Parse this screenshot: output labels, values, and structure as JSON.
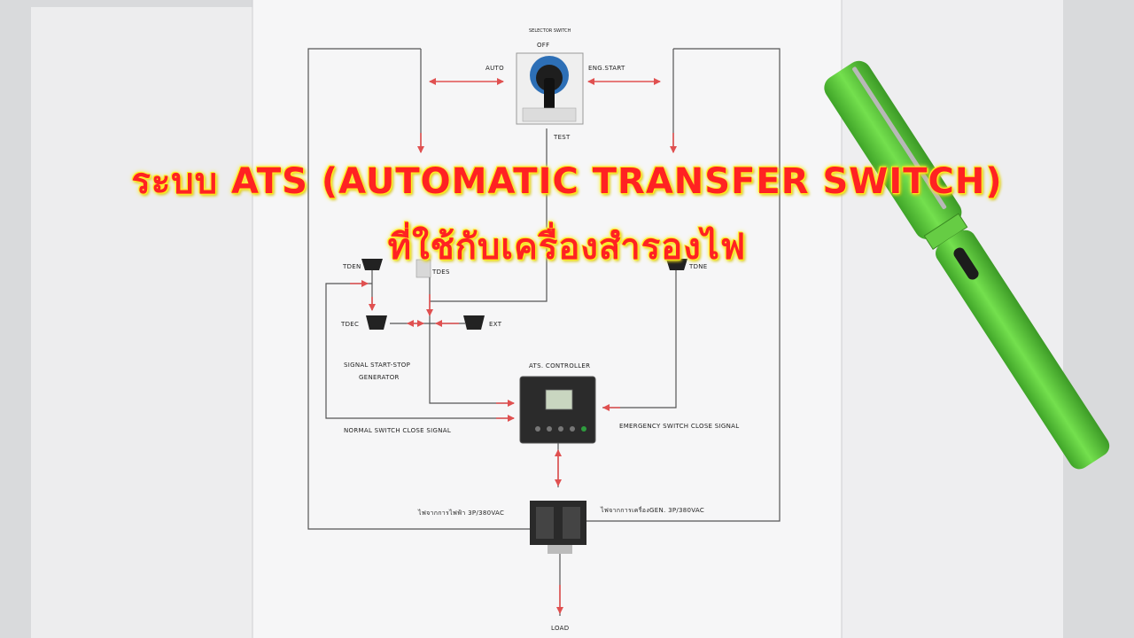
{
  "title": {
    "line1": "ระบบ ATS (AUTOMATIC TRANSFER SWITCH)",
    "line2": "ที่ใช้กับเครื่องสำรองไฟ"
  },
  "diagram": {
    "selector_switch": "SELECTOR SWITCH",
    "off": "OFF",
    "auto": "AUTO",
    "eng_start": "ENG.START",
    "test": "TEST",
    "tden": "TDEN",
    "tdes": "TDES",
    "tdne": "TDNE",
    "tdec": "TDEC",
    "ext": "EXT",
    "signal_start_stop": "SIGNAL START-STOP",
    "generator": "GENERATOR",
    "ats_controller": "ATS. CONTROLLER",
    "normal_switch_close": "NORMAL SWITCH CLOSE SIGNAL",
    "emergency_switch_close": "EMERGENCY SWITCH CLOSE SIGNAL",
    "utility_power": "ไฟจากการไฟฟ้า 3P/380VAC",
    "gen_power": "ไฟจากการเครื่องGEN. 3P/380VAC",
    "load": "LOAD"
  },
  "colors": {
    "arrow": "#e05050",
    "line": "#555555",
    "pen": "#5ccf38",
    "title_text": "#ff2222",
    "title_glow": "#ffee33"
  }
}
